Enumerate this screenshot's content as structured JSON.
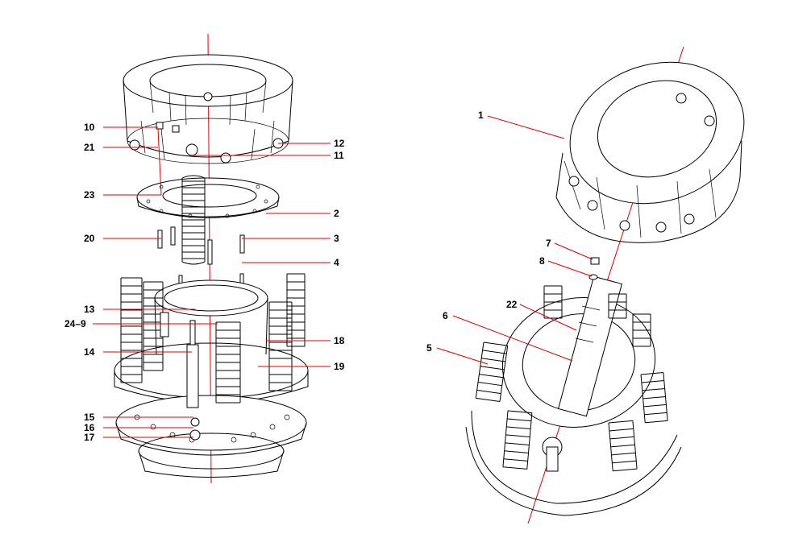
{
  "callouts_left": [
    {
      "id": "10",
      "label": "10"
    },
    {
      "id": "21",
      "label": "21"
    },
    {
      "id": "12",
      "label": "12"
    },
    {
      "id": "11",
      "label": "11"
    },
    {
      "id": "23",
      "label": "23"
    },
    {
      "id": "2",
      "label": "2"
    },
    {
      "id": "20",
      "label": "20"
    },
    {
      "id": "3",
      "label": "3"
    },
    {
      "id": "4",
      "label": "4"
    },
    {
      "id": "13",
      "label": "13"
    },
    {
      "id": "24-9",
      "label": "24–9"
    },
    {
      "id": "18",
      "label": "18"
    },
    {
      "id": "14",
      "label": "14"
    },
    {
      "id": "19",
      "label": "19"
    },
    {
      "id": "15",
      "label": "15"
    },
    {
      "id": "16",
      "label": "16"
    },
    {
      "id": "17",
      "label": "17"
    }
  ],
  "callouts_right": [
    {
      "id": "1",
      "label": "1"
    },
    {
      "id": "7",
      "label": "7"
    },
    {
      "id": "8",
      "label": "8"
    },
    {
      "id": "22",
      "label": "22"
    },
    {
      "id": "6",
      "label": "6"
    },
    {
      "id": "5",
      "label": "5"
    }
  ],
  "colors": {
    "ink": "#000000",
    "leader": "#dd0000",
    "background": "#ffffff"
  }
}
